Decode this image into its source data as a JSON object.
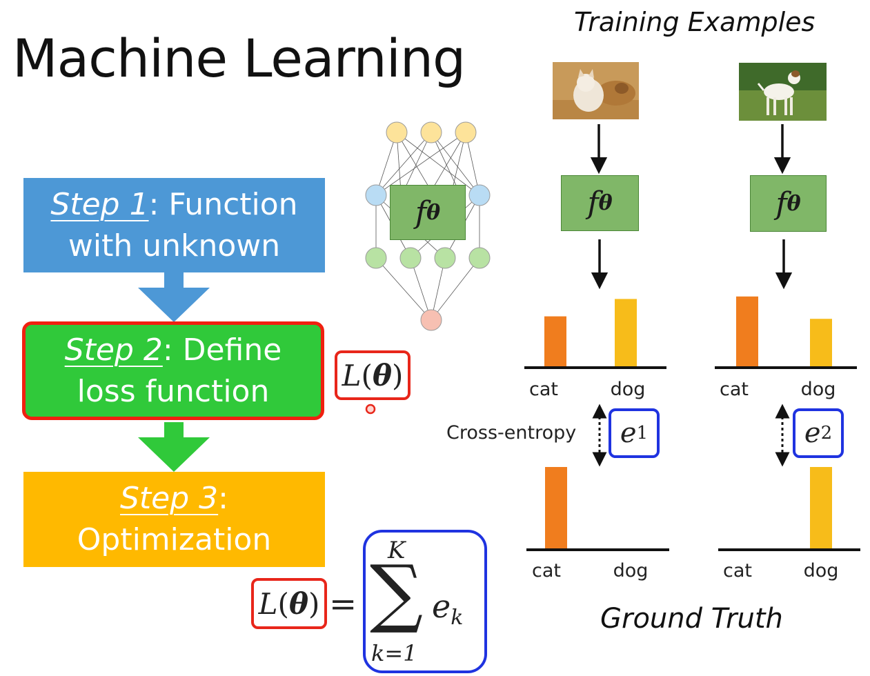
{
  "slide": {
    "title": "Machine Learning",
    "training_examples": "Training Examples",
    "ground_truth": "Ground Truth",
    "cross_entropy": "Cross-entropy"
  },
  "steps": [
    {
      "name": "Step 1",
      "rest": ": Function",
      "line2": "with unknown"
    },
    {
      "name": "Step 2",
      "rest": ": Define",
      "line2": "loss function"
    },
    {
      "name": "Step 3",
      "rest": ":",
      "line2": "Optimization"
    }
  ],
  "math": {
    "loss_L": "L",
    "loss_open": "(",
    "theta": "θ",
    "loss_close": ")",
    "f": "f",
    "equals": "=",
    "sigma": "∑",
    "sum_upper": "K",
    "sum_lower": "k=1",
    "e": "e",
    "k": "k",
    "e1_sub": "1",
    "e2_sub": "2"
  },
  "chart_data": [
    {
      "type": "bar",
      "title": "",
      "categories": [
        "cat",
        "dog"
      ],
      "values": [
        0.62,
        0.83
      ],
      "ylim": [
        0,
        1
      ]
    },
    {
      "type": "bar",
      "title": "",
      "categories": [
        "cat",
        "dog"
      ],
      "values": [
        0.86,
        0.59
      ],
      "ylim": [
        0,
        1
      ]
    },
    {
      "type": "bar",
      "title": "",
      "categories": [
        "cat",
        "dog"
      ],
      "values": [
        1,
        0
      ],
      "ylim": [
        0,
        1
      ]
    },
    {
      "type": "bar",
      "title": "",
      "categories": [
        "cat",
        "dog"
      ],
      "values": [
        0,
        1
      ],
      "ylim": [
        0,
        1
      ]
    }
  ],
  "colors": {
    "step1": "#4d98d6",
    "step2": "#30c93a",
    "step3": "#ffb900",
    "red_outline": "#e8261a",
    "blue_outline": "#1f33e0",
    "cat_bar": "#f07d1e",
    "dog_bar": "#f7bc1a",
    "f_box": "#80b768"
  },
  "icons": {
    "cat_photo": "cat-photo-icon",
    "dog_photo": "dog-photo-icon",
    "network": "neural-network-icon"
  }
}
